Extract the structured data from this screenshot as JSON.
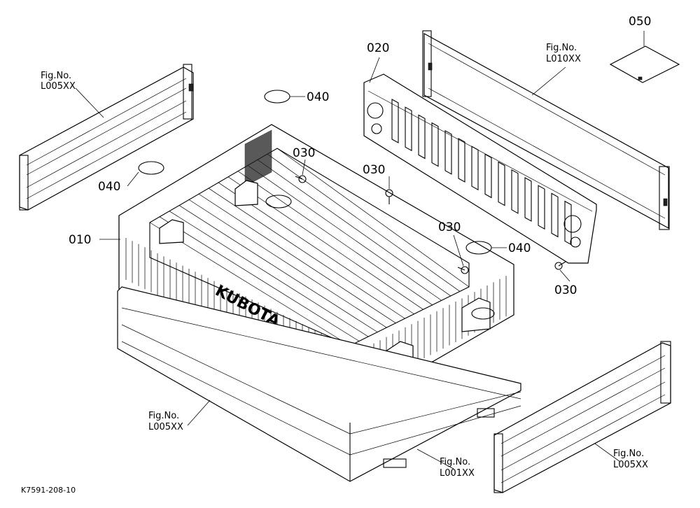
{
  "parts": {
    "p010": "010",
    "p020": "020",
    "p030a": "030",
    "p030b": "030",
    "p030c": "030",
    "p030d": "030",
    "p040a": "040",
    "p040b": "040",
    "p040c": "040",
    "p050": "050"
  },
  "figs": {
    "left_top": {
      "line1": "Fig.No.",
      "line2": "L005XX"
    },
    "right_top": {
      "line1": "Fig.No.",
      "line2": "L010XX"
    },
    "bottom_left": {
      "line1": "Fig.No.",
      "line2": "L005XX"
    },
    "bottom_mid": {
      "line1": "Fig.No.",
      "line2": "L001XX"
    },
    "bottom_right": {
      "line1": "Fig.No.",
      "line2": "L005XX"
    }
  },
  "brand": "KUBOTA",
  "drawing_code": "K7591-208-10"
}
